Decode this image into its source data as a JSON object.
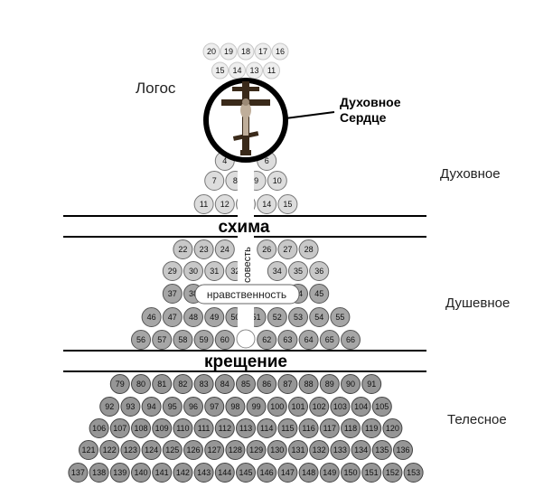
{
  "labels": {
    "logos": "Логос",
    "spiritual_heart_line1": "Духовное",
    "spiritual_heart_line2": "Сердце",
    "level_spiritual": "Духовное",
    "level_soul": "Душевное",
    "level_body": "Телесное",
    "band_schema": "схима",
    "band_baptism": "крещение",
    "conscience": "совесть",
    "morality": "нравственность"
  },
  "colors": {
    "gold_ring": "#000000",
    "ghost_circle": "#eeeeee",
    "light_circle": "#dddddd",
    "mid_circle": "#c8c8c8",
    "dark_circle": "#a6a6a6",
    "darker_circle": "#969696"
  },
  "icons": {
    "crucifix": "crucifix-icon"
  },
  "rows": [
    {
      "tier": "ghost",
      "numbers": [
        "20",
        "19",
        "18",
        "17",
        "16"
      ]
    },
    {
      "tier": "ghost",
      "numbers": [
        "15",
        "14",
        "13",
        "11"
      ]
    },
    {
      "tier": "light",
      "numbers": [
        "4",
        "",
        "6"
      ]
    },
    {
      "tier": "light",
      "numbers": [
        "7",
        "8",
        "9",
        "10"
      ]
    },
    {
      "tier": "light",
      "numbers": [
        "11",
        "12",
        "13",
        "14",
        "15"
      ]
    },
    {
      "tier": "mid",
      "numbers": [
        "22",
        "23",
        "24",
        "",
        "26",
        "27",
        "28"
      ]
    },
    {
      "tier": "mid",
      "numbers": [
        "29",
        "30",
        "31",
        "32",
        "",
        "34",
        "35",
        "36"
      ]
    },
    {
      "tier": "dark",
      "numbers": [
        "37",
        "38",
        "",
        "",
        "",
        "",
        "44",
        "45"
      ]
    },
    {
      "tier": "dark",
      "numbers": [
        "46",
        "47",
        "48",
        "49",
        "50",
        "51",
        "52",
        "53",
        "54",
        "55"
      ]
    },
    {
      "tier": "dark",
      "numbers": [
        "56",
        "57",
        "58",
        "59",
        "60",
        "",
        "62",
        "63",
        "64",
        "65",
        "66"
      ]
    },
    {
      "tier": "darker",
      "numbers": [
        "79",
        "80",
        "81",
        "82",
        "83",
        "84",
        "85",
        "86",
        "87",
        "88",
        "89",
        "90",
        "91"
      ]
    },
    {
      "tier": "darker",
      "numbers": [
        "92",
        "93",
        "94",
        "95",
        "96",
        "97",
        "98",
        "99",
        "100",
        "101",
        "102",
        "103",
        "104",
        "105"
      ]
    },
    {
      "tier": "darker",
      "numbers": [
        "106",
        "107",
        "108",
        "109",
        "110",
        "111",
        "112",
        "113",
        "114",
        "115",
        "116",
        "117",
        "118",
        "119",
        "120"
      ]
    },
    {
      "tier": "darker",
      "numbers": [
        "121",
        "122",
        "123",
        "124",
        "125",
        "126",
        "127",
        "128",
        "129",
        "130",
        "131",
        "132",
        "133",
        "134",
        "135",
        "136"
      ]
    },
    {
      "tier": "darker",
      "numbers": [
        "137",
        "138",
        "139",
        "140",
        "141",
        "142",
        "143",
        "144",
        "145",
        "146",
        "147",
        "148",
        "149",
        "150",
        "151",
        "152",
        "153"
      ]
    }
  ]
}
